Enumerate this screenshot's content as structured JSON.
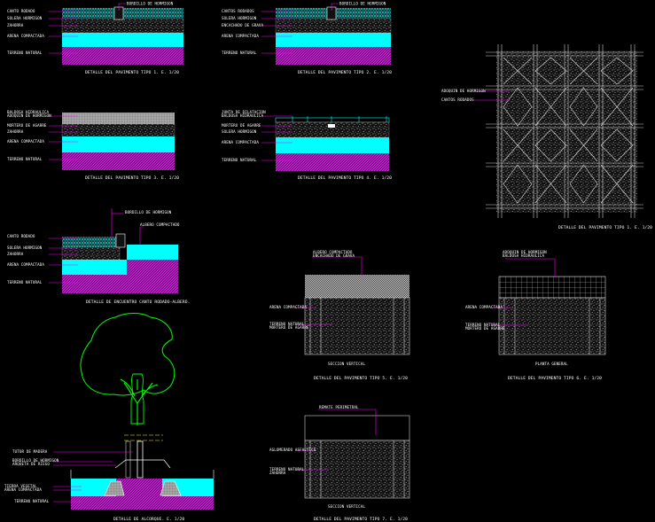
{
  "captions": {
    "tipo1": "DETALLE DEL PAVIMENTO TIPO 1. E. 1/20",
    "tipo2": "DETALLE DEL PAVIMENTO TIPO 2. E. 1/20",
    "tipo3": "DETALLE DEL PAVIMENTO TIPO 3. E. 1/20",
    "tipo4": "DETALLE DEL PAVIMENTO TIPO 4. E. 1/20",
    "plan": "DETALLE DEL PAVIMENTO TIPO 1. E. 1/20",
    "encuentro": "DETALLE DE ENCUENTRO CANTO RODADO-ALBERO.",
    "tipo5": "DETALLE DEL PAVIMENTO TIPO 5. E. 1/20",
    "tipo6": "DETALLE DEL PAVIMENTO TIPO 6. E. 1/20",
    "alcorque": "DETALLE DE ALCORQUE. E. 1/20",
    "tipo7": "DETALLE DEL PAVIMENTO TIPO 7. E. 1/20"
  },
  "labels": {
    "bordillo": "BORDILLO DE HORMIGON",
    "canto_rodado": "CANTO RODADO",
    "solera": "SOLERA HORMIGON",
    "zahorra": "ZAHORRA",
    "encachado": "ENCACHADO DE GRAVA",
    "arena": "ARENA COMPACTADA",
    "terreno": "TERRENO NATURAL",
    "baldosa": "BALDOSA HIDRAULICA",
    "mortero": "MORTERO DE AGARRE",
    "adoquin": "ADOQUIN DE HORMIGON",
    "albero": "ALBERO COMPACTADO",
    "cantos": "CANTOS RODADOS",
    "junta": "JUNTA DE DILATACION",
    "aglomerado": "AGLOMERADO ASFALTICO",
    "tutor": "TUTOR DE MADERA",
    "arqueta": "ARQUETA DE RIEGO",
    "tierra": "TIERRA VEGETAL",
    "remate": "REMATE PERIMETRAL",
    "seccion": "SECCION VERTICAL",
    "planta": "PLANTA GENERAL"
  },
  "colors": {
    "green": "#00ff00",
    "cyan": "#00ffff",
    "magenta": "#ff00ff",
    "white": "#ffffff",
    "gray": "#a8a8a8",
    "yellow": "#ffff00"
  }
}
